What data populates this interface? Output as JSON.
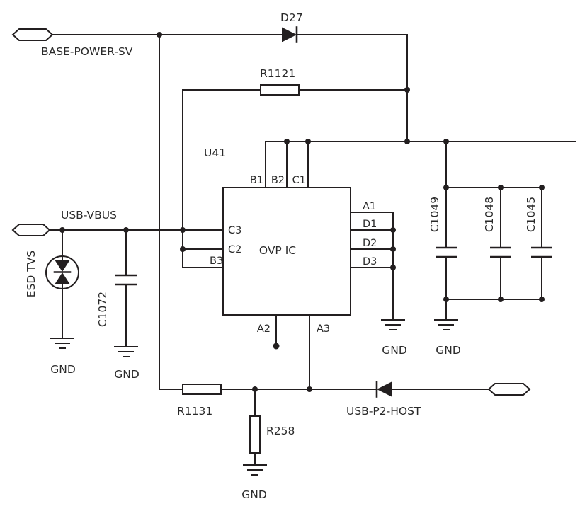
{
  "colors": {
    "line": "#231f20",
    "background": "#ffffff",
    "text": "#2a2a2a"
  },
  "ports": {
    "top_left": "BASE-POWER-SV",
    "middle_left": "USB-VBUS",
    "bottom_right": "USB-P2-HOST"
  },
  "ic": {
    "designator": "U41",
    "label": "OVP IC",
    "top_pins": [
      "B1",
      "B2",
      "C1"
    ],
    "left_pins": [
      "C3",
      "C2",
      "B3"
    ],
    "right_pins": [
      "A1",
      "D1",
      "D2",
      "D3"
    ],
    "bottom_pins": [
      "A2",
      "A3"
    ]
  },
  "components": {
    "d27": "D27",
    "r1121": "R1121",
    "r1131": "R1131",
    "r258": "R258",
    "esd": "ESD TVS",
    "c1072": "C1072",
    "c1049": "C1049",
    "c1048": "C1048",
    "c1045": "C1045"
  },
  "ground_label": "GND"
}
